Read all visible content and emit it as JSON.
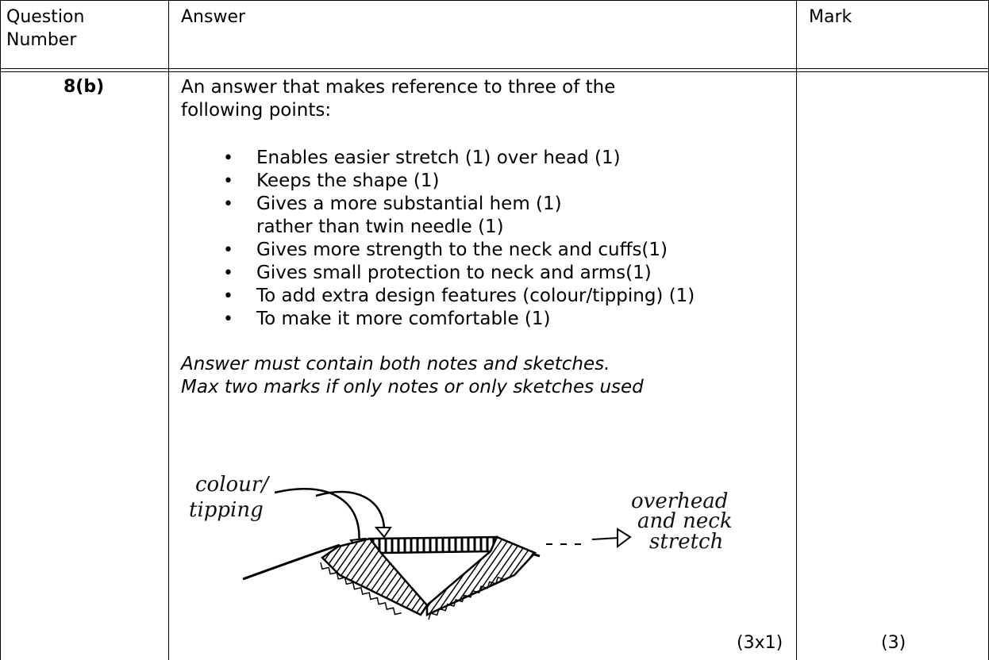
{
  "table": {
    "headers": {
      "question_number": "Question Number",
      "answer": "Answer",
      "mark": "Mark"
    },
    "row": {
      "question_number": "8(b)",
      "intro": "An answer that makes reference to three of the following points:",
      "points": [
        "Enables easier stretch (1) over head (1)",
        "Keeps the shape (1)",
        "Gives a more substantial hem (1) rather than twin needle (1)",
        "Gives more strength to the neck and cuffs(1)",
        "Gives small protection to neck and arms(1)",
        "To add extra design features (colour/tipping) (1)",
        "To make it more comfortable (1)"
      ],
      "note_line_1": "Answer must contain both notes and sketches.",
      "note_line_2": "Max two marks if only notes or only sketches used",
      "answer_mark": "(3x1)",
      "mark": "(3)"
    },
    "sketch_labels": {
      "left_line_1": "colour/",
      "left_line_2": "tipping",
      "right_line_1": "overhead",
      "right_line_2": "and neck",
      "right_line_3": "stretch"
    }
  }
}
